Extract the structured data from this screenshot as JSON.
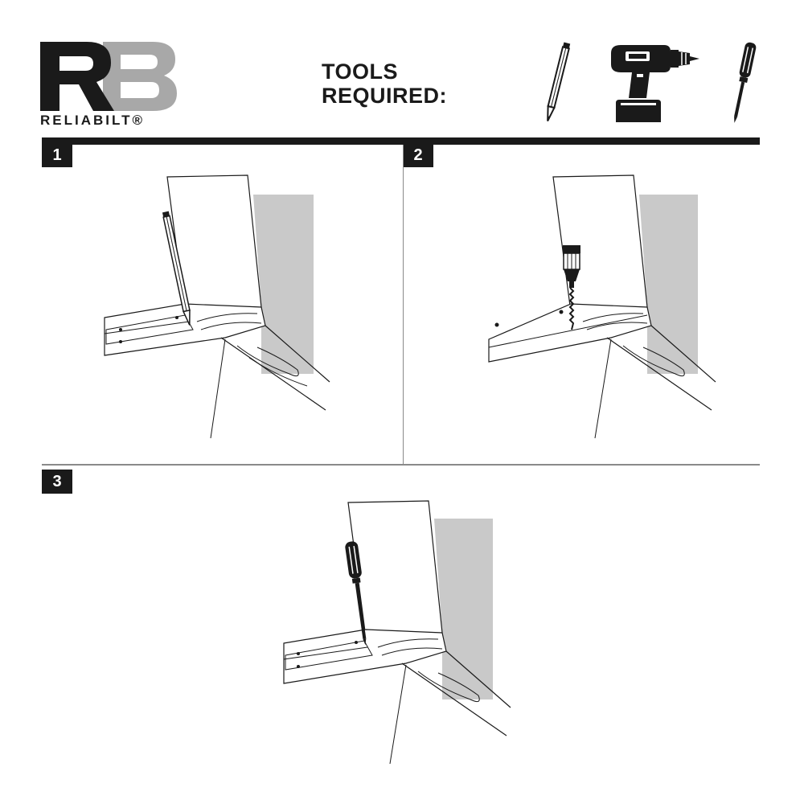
{
  "header": {
    "logo": {
      "letters": "RB",
      "brand_name": "RELIABILT®"
    },
    "tools_title_line1": "TOOLS",
    "tools_title_line2": "REQUIRED:",
    "tools": [
      {
        "icon": "pencil-icon"
      },
      {
        "icon": "power-drill-icon"
      },
      {
        "icon": "screwdriver-icon"
      }
    ]
  },
  "steps": [
    {
      "number": "1",
      "tool_icon": "pencil-icon"
    },
    {
      "number": "2",
      "tool_icon": "power-drill-icon"
    },
    {
      "number": "3",
      "tool_icon": "screwdriver-icon"
    }
  ],
  "colors": {
    "ink": "#1a1a1a",
    "wall_gray": "#c9c9c9",
    "logo_gray": "#a8a8a8",
    "divider": "#8a8a8a"
  }
}
